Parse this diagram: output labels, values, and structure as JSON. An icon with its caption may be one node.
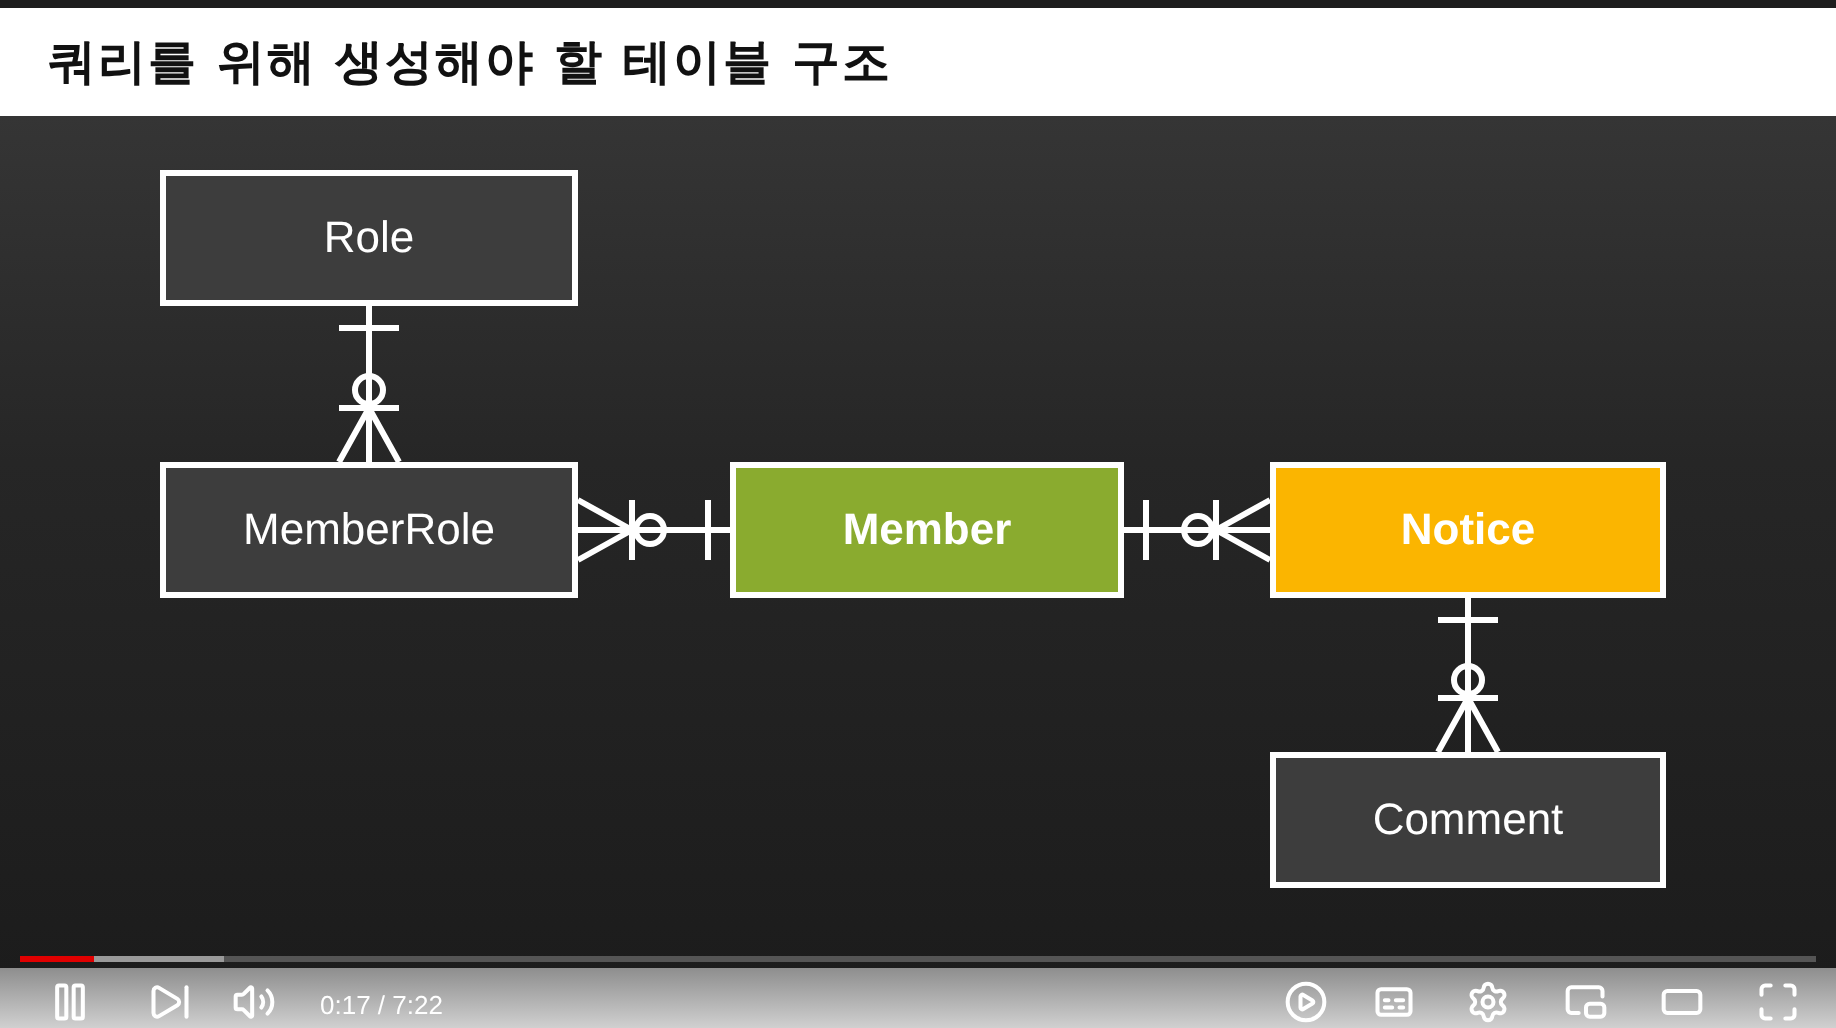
{
  "diagram": {
    "title": "쿼리를 위해 생성해야 할 테이블 구조",
    "nodes": [
      {
        "text": [
          "Role"
        ]
      },
      {
        "text": [
          "MemberRole"
        ]
      },
      {
        "text": [
          "Member"
        ]
      },
      {
        "text": [
          "Notice"
        ]
      },
      {
        "text": [
          "Comment"
        ]
      }
    ],
    "edges": [
      {
        "from": 0,
        "to": 1,
        "arrow": "other"
      },
      {
        "from": 2,
        "to": 1,
        "arrow": "other"
      },
      {
        "from": 2,
        "to": 3,
        "arrow": "other"
      },
      {
        "from": 3,
        "to": 4,
        "arrow": "other"
      }
    ],
    "labels": [
      "0:17 / 7:22"
    ]
  }
}
